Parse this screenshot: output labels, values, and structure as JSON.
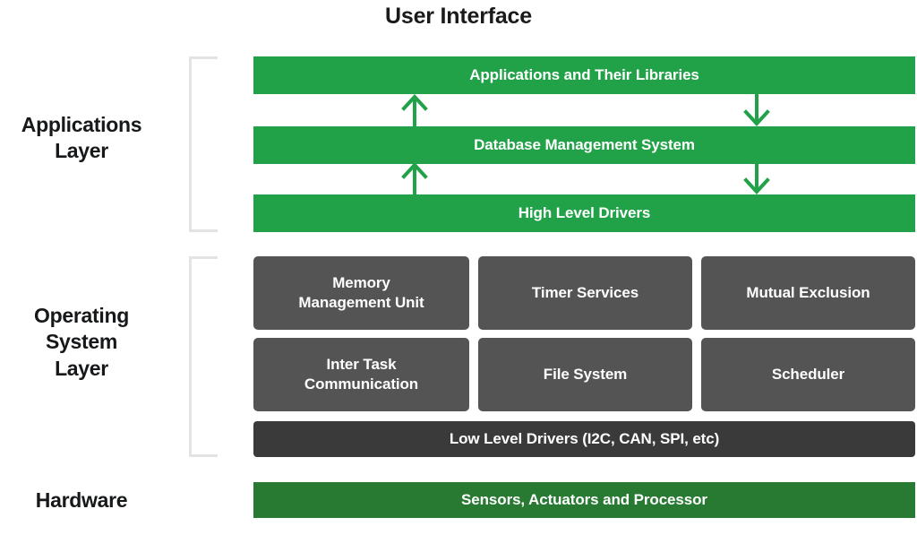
{
  "diagram": {
    "title": "User Interface",
    "layers": [
      {
        "id": "applications",
        "label": "Applications\nLayer"
      },
      {
        "id": "operating",
        "label": "Operating\nSystem\nLayer"
      },
      {
        "id": "hardware",
        "label": "Hardware"
      }
    ],
    "applications_layer": {
      "bars": [
        {
          "id": "applications",
          "label": "Applications and Their Libraries"
        },
        {
          "id": "database",
          "label": "Database Management System"
        },
        {
          "id": "highlevel",
          "label": "High Level Drivers"
        }
      ],
      "arrows": [
        {
          "id": "arrow-up-1",
          "direction": "up"
        },
        {
          "id": "arrow-down-1",
          "direction": "down"
        },
        {
          "id": "arrow-up-2",
          "direction": "up"
        },
        {
          "id": "arrow-down-2",
          "direction": "down"
        }
      ]
    },
    "operating_system_layer": {
      "modules_row_1": [
        {
          "id": "mmu",
          "label": "Memory\nManagement Unit"
        },
        {
          "id": "timer",
          "label": "Timer Services"
        },
        {
          "id": "mutex",
          "label": "Mutual Exclusion"
        }
      ],
      "modules_row_2": [
        {
          "id": "itc",
          "label": "Inter Task\nCommunication"
        },
        {
          "id": "filesystem",
          "label": "File System"
        },
        {
          "id": "scheduler",
          "label": "Scheduler"
        }
      ],
      "low_level_drivers": {
        "id": "lowlevel",
        "label": "Low Level Drivers (I2C, CAN, SPI, etc)"
      }
    },
    "hardware_layer": {
      "bar": {
        "id": "hardware",
        "label": "Sensors, Actuators and Processor"
      }
    },
    "colors": {
      "green_primary": "#22a248",
      "green_hardware": "#287a33",
      "grey_module": "#545454",
      "grey_dark": "#3a3a3a",
      "bracket": "#e2e3e4",
      "text_dark": "#16181a",
      "text_light": "#ffffff",
      "background": "#ffffff"
    }
  }
}
